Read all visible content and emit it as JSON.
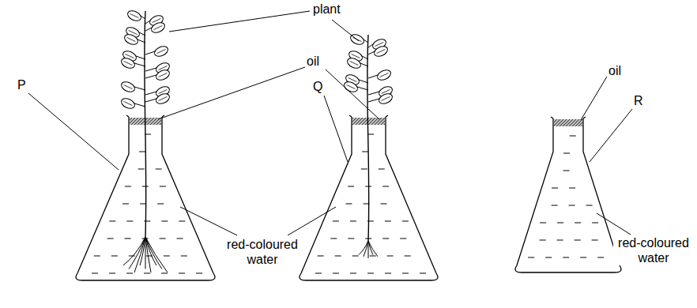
{
  "diagram": {
    "labels": [
      "plant",
      "oil",
      "P",
      "Q",
      "oil",
      "R",
      "red-coloured water",
      "red-coloured water"
    ]
  }
}
